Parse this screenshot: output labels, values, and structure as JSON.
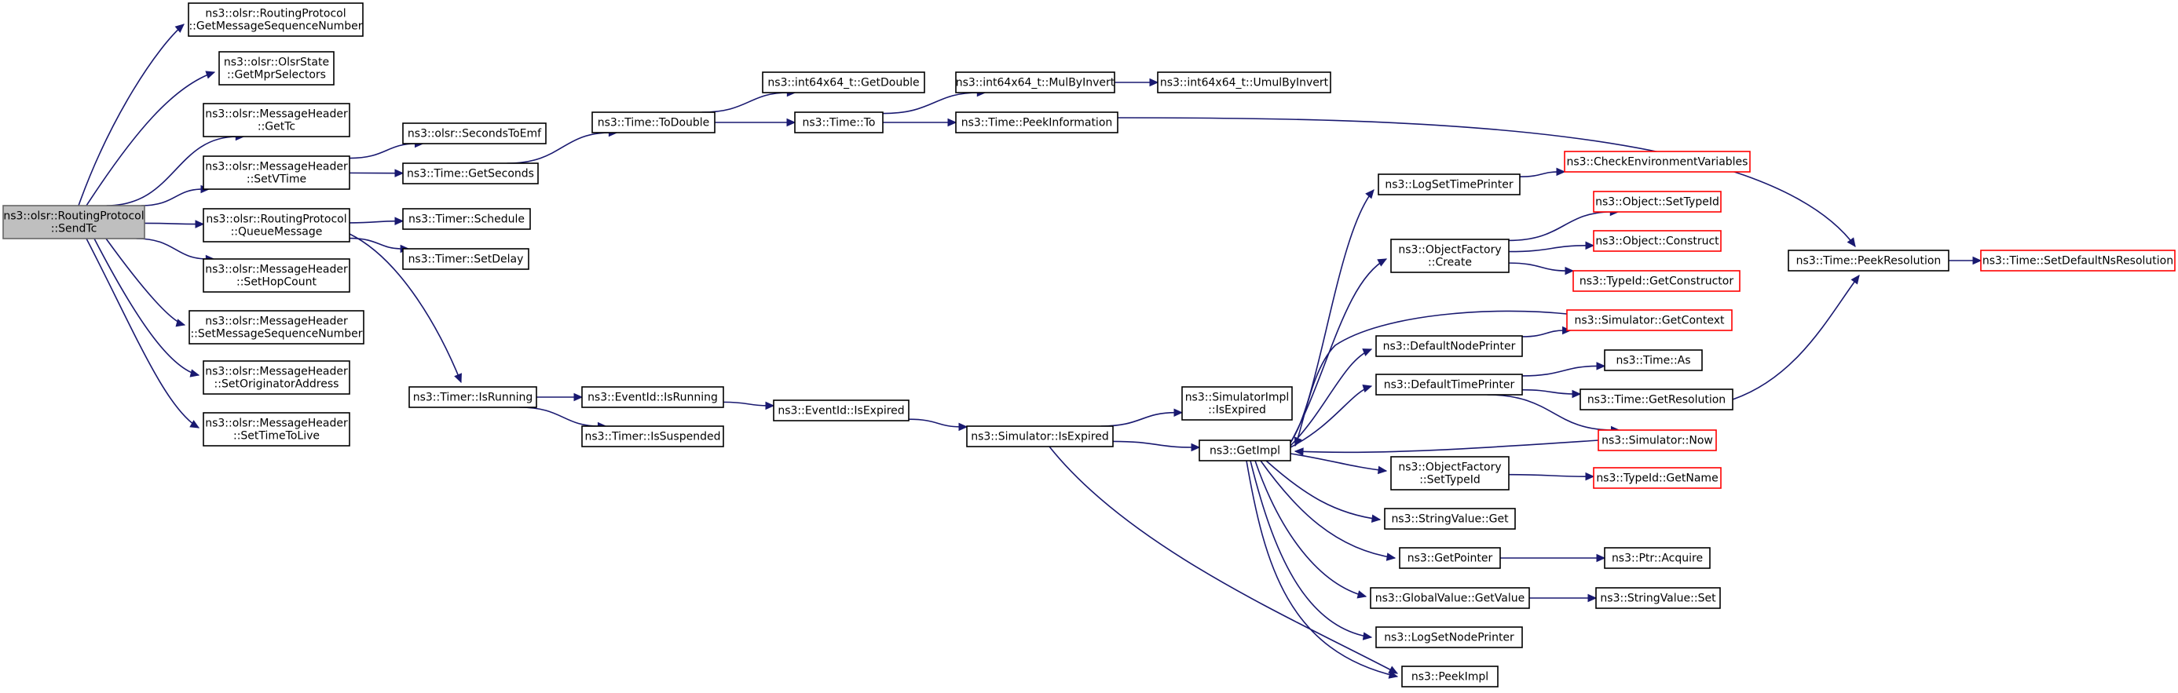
{
  "colors": {
    "edge": "#191970",
    "node_border": "#000000",
    "truncated_border": "#ff0000",
    "root_fill": "#bfbfbf",
    "root_border": "#666666",
    "node_fill": "#ffffff"
  },
  "nodes": [
    {
      "id": "sendtc",
      "lines": [
        "ns3::olsr::RoutingProtocol",
        "::SendTc"
      ],
      "style": "root"
    },
    {
      "id": "getmsgseq",
      "lines": [
        "ns3::olsr::RoutingProtocol",
        "::GetMessageSequenceNumber"
      ],
      "style": "normal"
    },
    {
      "id": "getmprsel",
      "lines": [
        "ns3::olsr::OlsrState",
        "::GetMprSelectors"
      ],
      "style": "normal"
    },
    {
      "id": "gettc",
      "lines": [
        "ns3::olsr::MessageHeader",
        "::GetTc"
      ],
      "style": "normal"
    },
    {
      "id": "setvtime",
      "lines": [
        "ns3::olsr::MessageHeader",
        "::SetVTime"
      ],
      "style": "normal"
    },
    {
      "id": "queuemsg",
      "lines": [
        "ns3::olsr::RoutingProtocol",
        "::QueueMessage"
      ],
      "style": "normal"
    },
    {
      "id": "sethop",
      "lines": [
        "ns3::olsr::MessageHeader",
        "::SetHopCount"
      ],
      "style": "normal"
    },
    {
      "id": "setmsgseq",
      "lines": [
        "ns3::olsr::MessageHeader",
        "::SetMessageSequenceNumber"
      ],
      "style": "normal"
    },
    {
      "id": "setorig",
      "lines": [
        "ns3::olsr::MessageHeader",
        "::SetOriginatorAddress"
      ],
      "style": "normal"
    },
    {
      "id": "setttl",
      "lines": [
        "ns3::olsr::MessageHeader",
        "::SetTimeToLive"
      ],
      "style": "normal"
    },
    {
      "id": "sectoemf",
      "lines": [
        "ns3::olsr::SecondsToEmf"
      ],
      "style": "normal"
    },
    {
      "id": "getseconds",
      "lines": [
        "ns3::Time::GetSeconds"
      ],
      "style": "normal"
    },
    {
      "id": "schedule",
      "lines": [
        "ns3::Timer::Schedule"
      ],
      "style": "normal"
    },
    {
      "id": "setdelay",
      "lines": [
        "ns3::Timer::SetDelay"
      ],
      "style": "normal"
    },
    {
      "id": "timerrunning",
      "lines": [
        "ns3::Timer::IsRunning"
      ],
      "style": "normal"
    },
    {
      "id": "todouble",
      "lines": [
        "ns3::Time::ToDouble"
      ],
      "style": "normal"
    },
    {
      "id": "getdouble",
      "lines": [
        "ns3::int64x64_t::GetDouble"
      ],
      "style": "normal"
    },
    {
      "id": "timeto",
      "lines": [
        "ns3::Time::To"
      ],
      "style": "normal"
    },
    {
      "id": "mulbyinvert",
      "lines": [
        "ns3::int64x64_t::MulByInvert"
      ],
      "style": "normal"
    },
    {
      "id": "umulbyinvert",
      "lines": [
        "ns3::int64x64_t::UmulByInvert"
      ],
      "style": "normal"
    },
    {
      "id": "peekinfo",
      "lines": [
        "ns3::Time::PeekInformation"
      ],
      "style": "normal"
    },
    {
      "id": "eventrunning",
      "lines": [
        "ns3::EventId::IsRunning"
      ],
      "style": "normal"
    },
    {
      "id": "issuspended",
      "lines": [
        "ns3::Timer::IsSuspended"
      ],
      "style": "normal"
    },
    {
      "id": "eventexpired",
      "lines": [
        "ns3::EventId::IsExpired"
      ],
      "style": "normal"
    },
    {
      "id": "simexpired",
      "lines": [
        "ns3::Simulator::IsExpired"
      ],
      "style": "normal"
    },
    {
      "id": "simimplexpired",
      "lines": [
        "ns3::SimulatorImpl",
        "::IsExpired"
      ],
      "style": "normal"
    },
    {
      "id": "getimpl",
      "lines": [
        "ns3::GetImpl"
      ],
      "style": "normal"
    },
    {
      "id": "logsettime",
      "lines": [
        "ns3::LogSetTimePrinter"
      ],
      "style": "normal"
    },
    {
      "id": "checkenv",
      "lines": [
        "ns3::CheckEnvironmentVariables"
      ],
      "style": "truncated"
    },
    {
      "id": "ofcreate",
      "lines": [
        "ns3::ObjectFactory",
        "::Create"
      ],
      "style": "normal"
    },
    {
      "id": "objsettypeid",
      "lines": [
        "ns3::Object::SetTypeId"
      ],
      "style": "truncated"
    },
    {
      "id": "objconstruct",
      "lines": [
        "ns3::Object::Construct"
      ],
      "style": "truncated"
    },
    {
      "id": "getconstructor",
      "lines": [
        "ns3::TypeId::GetConstructor"
      ],
      "style": "truncated"
    },
    {
      "id": "defnodeprinter",
      "lines": [
        "ns3::DefaultNodePrinter"
      ],
      "style": "normal"
    },
    {
      "id": "getcontext",
      "lines": [
        "ns3::Simulator::GetContext"
      ],
      "style": "truncated"
    },
    {
      "id": "deftimeprinter",
      "lines": [
        "ns3::DefaultTimePrinter"
      ],
      "style": "normal"
    },
    {
      "id": "timeas",
      "lines": [
        "ns3::Time::As"
      ],
      "style": "normal"
    },
    {
      "id": "getresolution",
      "lines": [
        "ns3::Time::GetResolution"
      ],
      "style": "normal"
    },
    {
      "id": "simnow",
      "lines": [
        "ns3::Simulator::Now"
      ],
      "style": "truncated"
    },
    {
      "id": "ofsettypeid",
      "lines": [
        "ns3::ObjectFactory",
        "::SetTypeId"
      ],
      "style": "normal"
    },
    {
      "id": "getname",
      "lines": [
        "ns3::TypeId::GetName"
      ],
      "style": "truncated"
    },
    {
      "id": "strget",
      "lines": [
        "ns3::StringValue::Get"
      ],
      "style": "normal"
    },
    {
      "id": "getpointer",
      "lines": [
        "ns3::GetPointer"
      ],
      "style": "normal"
    },
    {
      "id": "ptracquire",
      "lines": [
        "ns3::Ptr::Acquire"
      ],
      "style": "normal"
    },
    {
      "id": "gvgetvalue",
      "lines": [
        "ns3::GlobalValue::GetValue"
      ],
      "style": "normal"
    },
    {
      "id": "strset",
      "lines": [
        "ns3::StringValue::Set"
      ],
      "style": "normal"
    },
    {
      "id": "logsetnode",
      "lines": [
        "ns3::LogSetNodePrinter"
      ],
      "style": "normal"
    },
    {
      "id": "peekimpl",
      "lines": [
        "ns3::PeekImpl"
      ],
      "style": "normal"
    },
    {
      "id": "peekres",
      "lines": [
        "ns3::Time::PeekResolution"
      ],
      "style": "normal"
    },
    {
      "id": "setdefres",
      "lines": [
        "ns3::Time::SetDefaultNsResolution"
      ],
      "style": "truncated"
    }
  ],
  "edges": [
    [
      "sendtc",
      "getmsgseq"
    ],
    [
      "sendtc",
      "getmprsel"
    ],
    [
      "sendtc",
      "gettc"
    ],
    [
      "sendtc",
      "setvtime"
    ],
    [
      "sendtc",
      "queuemsg"
    ],
    [
      "sendtc",
      "sethop"
    ],
    [
      "sendtc",
      "setmsgseq"
    ],
    [
      "sendtc",
      "setorig"
    ],
    [
      "sendtc",
      "setttl"
    ],
    [
      "setvtime",
      "sectoemf"
    ],
    [
      "setvtime",
      "getseconds"
    ],
    [
      "queuemsg",
      "schedule"
    ],
    [
      "queuemsg",
      "setdelay"
    ],
    [
      "queuemsg",
      "timerrunning"
    ],
    [
      "getseconds",
      "todouble"
    ],
    [
      "todouble",
      "getdouble"
    ],
    [
      "todouble",
      "timeto"
    ],
    [
      "timeto",
      "mulbyinvert"
    ],
    [
      "timeto",
      "peekinfo"
    ],
    [
      "mulbyinvert",
      "umulbyinvert"
    ],
    [
      "peekinfo",
      "peekres"
    ],
    [
      "timerrunning",
      "eventrunning"
    ],
    [
      "timerrunning",
      "issuspended"
    ],
    [
      "eventrunning",
      "eventexpired"
    ],
    [
      "eventexpired",
      "simexpired"
    ],
    [
      "simexpired",
      "simimplexpired"
    ],
    [
      "simexpired",
      "getimpl"
    ],
    [
      "simexpired",
      "peekimpl"
    ],
    [
      "getimpl",
      "logsettime"
    ],
    [
      "getimpl",
      "ofcreate"
    ],
    [
      "getimpl",
      "defnodeprinter"
    ],
    [
      "getimpl",
      "deftimeprinter"
    ],
    [
      "getimpl",
      "ofsettypeid"
    ],
    [
      "getimpl",
      "strget"
    ],
    [
      "getimpl",
      "getpointer"
    ],
    [
      "getimpl",
      "gvgetvalue"
    ],
    [
      "getimpl",
      "logsetnode"
    ],
    [
      "getimpl",
      "peekimpl"
    ],
    [
      "logsettime",
      "checkenv"
    ],
    [
      "ofcreate",
      "objsettypeid"
    ],
    [
      "ofcreate",
      "objconstruct"
    ],
    [
      "ofcreate",
      "getconstructor"
    ],
    [
      "defnodeprinter",
      "getcontext"
    ],
    [
      "getcontext",
      "getimpl"
    ],
    [
      "deftimeprinter",
      "timeas"
    ],
    [
      "deftimeprinter",
      "getresolution"
    ],
    [
      "deftimeprinter",
      "simnow"
    ],
    [
      "simnow",
      "getimpl"
    ],
    [
      "getresolution",
      "peekres"
    ],
    [
      "ofsettypeid",
      "getname"
    ],
    [
      "getpointer",
      "ptracquire"
    ],
    [
      "gvgetvalue",
      "strset"
    ],
    [
      "peekres",
      "setdefres"
    ]
  ]
}
